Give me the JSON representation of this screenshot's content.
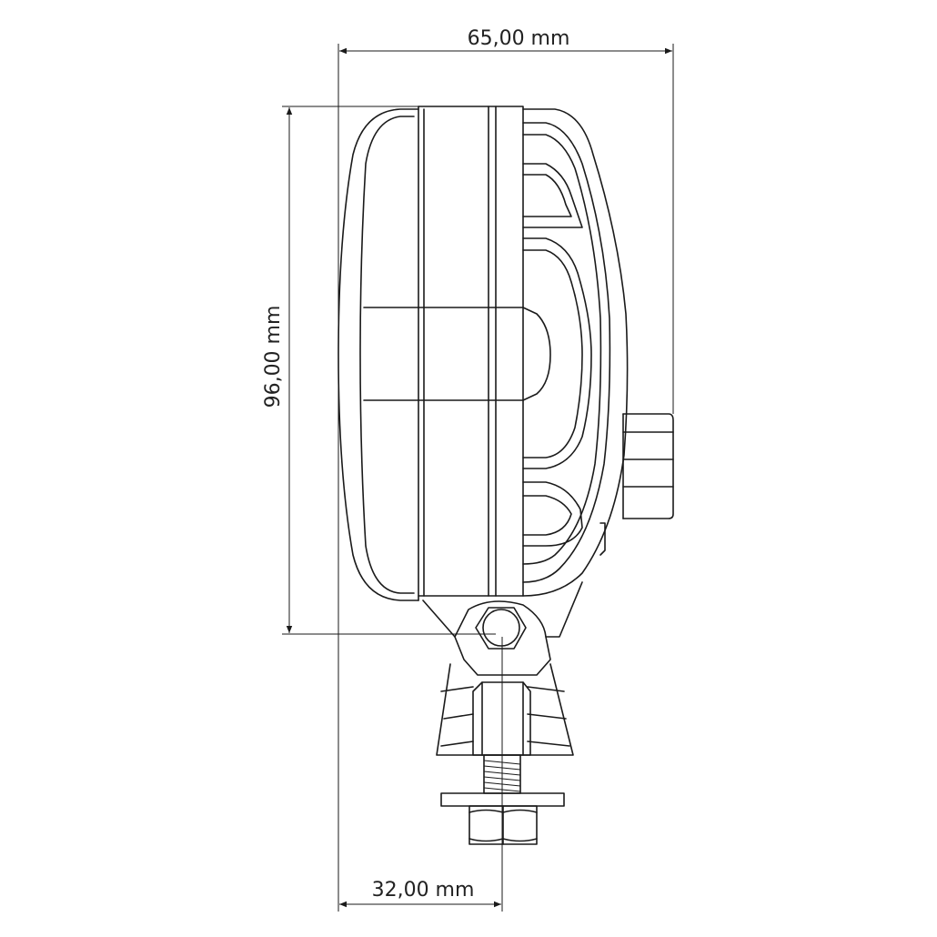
{
  "dimensions": {
    "width": "65,00 mm",
    "height": "96,00 mm",
    "mount_offset": "32,00 mm"
  },
  "colors": {
    "line": "#1a1a1a",
    "background": "#ffffff"
  }
}
